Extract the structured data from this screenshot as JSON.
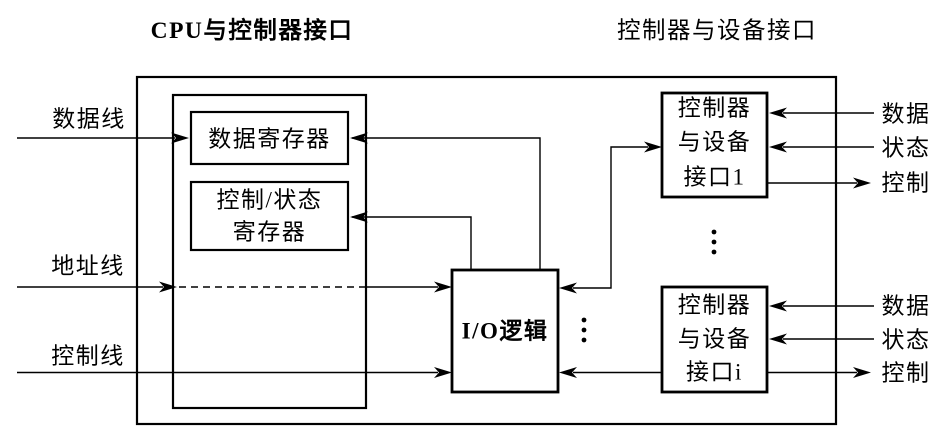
{
  "titles": {
    "left": "CPU与控制器接口",
    "right": "控制器与设备接口"
  },
  "cpu_bus": {
    "data_line": "数据线",
    "address_line": "地址线",
    "control_line": "控制线"
  },
  "controller": {
    "data_register": "数据寄存器",
    "control_status_register": {
      "line1": "控制/状态",
      "line2": "寄存器"
    },
    "io_logic": "I/O逻辑"
  },
  "device_interfaces": {
    "interface1": {
      "line1": "控制器",
      "line2": "与设备",
      "line3": "接口1",
      "signals": {
        "data": "数据",
        "status": "状态",
        "control": "控制"
      }
    },
    "interface_i": {
      "line1": "控制器",
      "line2": "与设备",
      "line3": "接口i",
      "signals": {
        "data": "数据",
        "status": "状态",
        "control": "控制"
      }
    }
  },
  "colors": {
    "ink": "#000000",
    "background": "#ffffff"
  }
}
